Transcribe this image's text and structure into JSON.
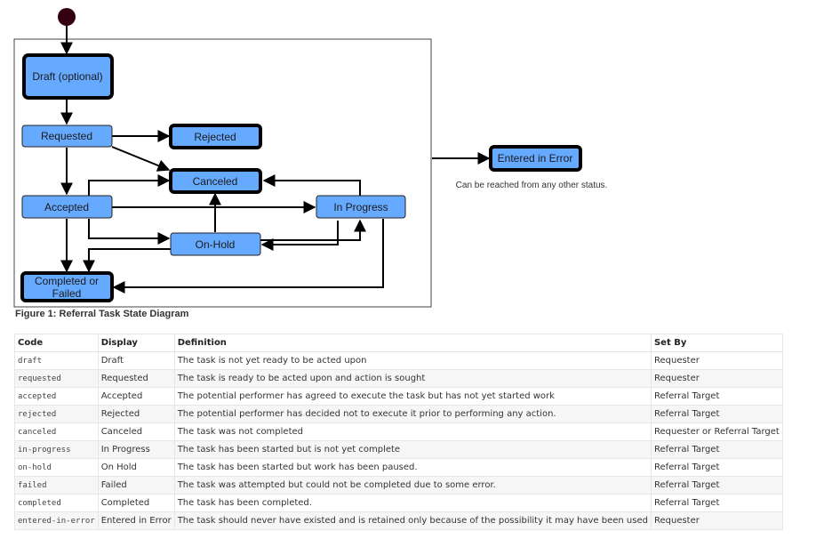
{
  "diagram": {
    "states": {
      "draft": "Draft (optional)",
      "requested": "Requested",
      "rejected": "Rejected",
      "canceled": "Canceled",
      "accepted": "Accepted",
      "in_progress": "In Progress",
      "on_hold": "On-Hold",
      "completed_line1": "Completed or",
      "completed_line2": "Failed",
      "entered_in_error": "Entered in Error"
    },
    "note": "Can be reached from any other status.",
    "caption": "Figure 1: Referral Task State Diagram",
    "colors": {
      "node_fill": "#66aaff",
      "node_border": "#000000",
      "start_dot": "#330011",
      "arrow": "#000000"
    }
  },
  "table": {
    "headers": {
      "code": "Code",
      "display": "Display",
      "definition": "Definition",
      "set_by": "Set By"
    },
    "rows": [
      {
        "code": "draft",
        "display": "Draft",
        "definition": "The task is not yet ready to be acted upon",
        "set_by": "Requester"
      },
      {
        "code": "requested",
        "display": "Requested",
        "definition": "The task is ready to be acted upon and action is sought",
        "set_by": "Requester"
      },
      {
        "code": "accepted",
        "display": "Accepted",
        "definition": "The potential performer has agreed to execute the task but has not yet started work",
        "set_by": "Referral Target"
      },
      {
        "code": "rejected",
        "display": "Rejected",
        "definition": "The potential performer has decided not to execute it prior to performing any action.",
        "set_by": "Referral Target"
      },
      {
        "code": "canceled",
        "display": "Canceled",
        "definition": "The task was not completed",
        "set_by": "Requester or Referral Target"
      },
      {
        "code": "in-progress",
        "display": "In Progress",
        "definition": "The task has been started but is not yet complete",
        "set_by": "Referral Target"
      },
      {
        "code": "on-hold",
        "display": "On Hold",
        "definition": "The task has been started but work has been paused.",
        "set_by": "Referral Target"
      },
      {
        "code": "failed",
        "display": "Failed",
        "definition": "The task was attempted but could not be completed due to some error.",
        "set_by": "Referral Target"
      },
      {
        "code": "completed",
        "display": "Completed",
        "definition": "The task has been completed.",
        "set_by": "Referral Target"
      },
      {
        "code": "entered-in-error",
        "display": "Entered in Error",
        "definition": "The task should never have existed and is retained only because of the possibility it may have been used",
        "set_by": "Requester"
      }
    ]
  }
}
